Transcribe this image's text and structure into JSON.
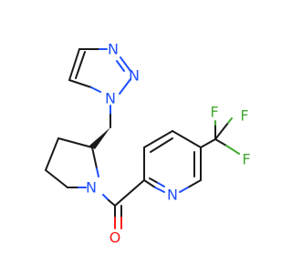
{
  "molecule": {
    "atoms": {
      "N_triazole_1": "N",
      "N_triazole_2": "N",
      "N_triazole_3": "N",
      "N_pyrrolidine": "N",
      "N_pyridine": "N",
      "O_carbonyl": "O",
      "F1": "F",
      "F2": "F",
      "F3": "F"
    },
    "colors": {
      "carbon_bond": "#1a1a1a",
      "nitrogen": "#2050ff",
      "oxygen": "#ff1a1a",
      "fluorine": "#44aa33"
    }
  }
}
